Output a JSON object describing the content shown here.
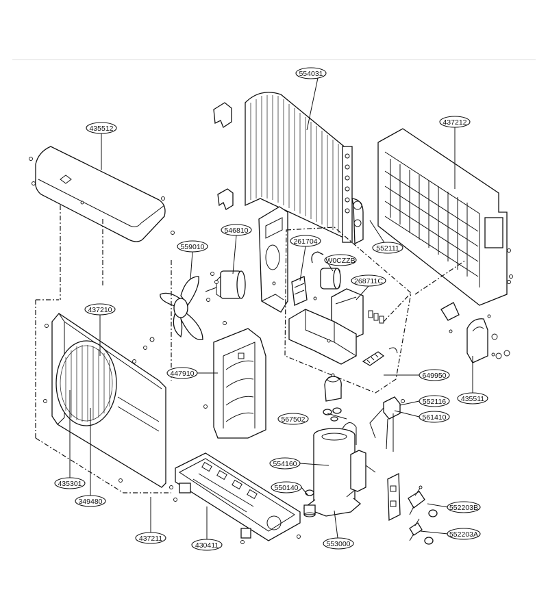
{
  "labels": {
    "l554031": "554031",
    "l435512": "435512",
    "l437212": "437212",
    "l546810": "546810",
    "l559010": "559010",
    "l261704": "261704",
    "lw0czzb": "W0CZZB",
    "l268711c": "268711C",
    "l552111": "552111",
    "l437210": "437210",
    "l447910": "447910",
    "l649950": "649950",
    "l435511": "435511",
    "l552116": "552116",
    "l567502": "567502",
    "l561410": "561410",
    "l554160": "554160",
    "l435301": "435301",
    "l550140": "550140",
    "l349480": "349480",
    "l552203b": "552203B",
    "l553000": "553000",
    "l552203a": "552203A",
    "l437211": "437211",
    "l430411": "430411"
  },
  "colors": {
    "line": "#111111",
    "background": "#ffffff"
  }
}
